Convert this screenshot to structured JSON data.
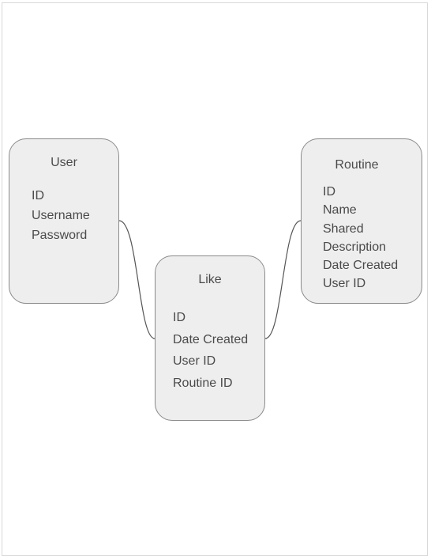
{
  "entities": {
    "user": {
      "title": "User",
      "fields": [
        "ID",
        "Username",
        "Password"
      ]
    },
    "like": {
      "title": "Like",
      "fields": [
        "ID",
        "Date Created",
        "User ID",
        "Routine ID"
      ]
    },
    "routine": {
      "title": "Routine",
      "fields": [
        "ID",
        "Name",
        "Shared",
        "Description",
        "Date Created",
        "User ID"
      ]
    }
  },
  "colors": {
    "entity_fill": "#eeeeee",
    "entity_border": "#8a8a8a",
    "text": "#4a4a4a",
    "connector": "#555555"
  }
}
